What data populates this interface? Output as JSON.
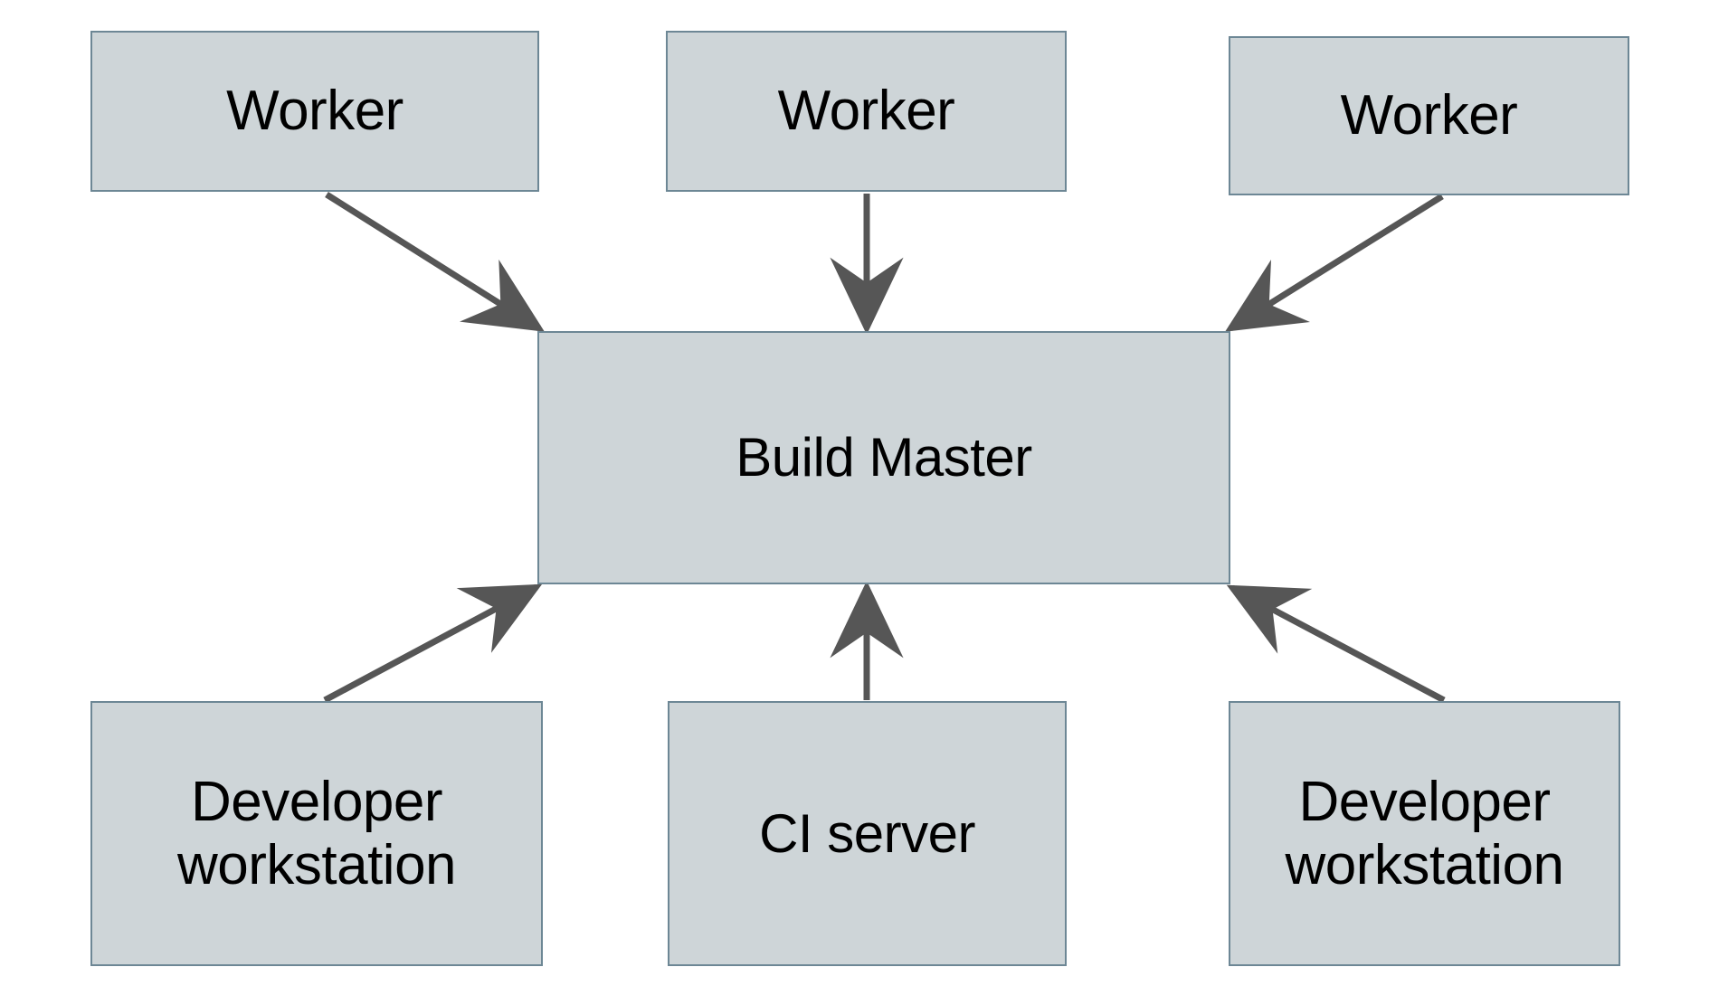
{
  "diagram": {
    "type": "architecture-block-diagram",
    "background_color": "#ffffff",
    "node_fill_color": "#ced5d8",
    "node_border_color": "#6d8795",
    "edge_color": "#565656",
    "label_color": "#000000",
    "nodes": [
      {
        "id": "worker-1",
        "label": "Worker"
      },
      {
        "id": "worker-2",
        "label": "Worker"
      },
      {
        "id": "worker-3",
        "label": "Worker"
      },
      {
        "id": "build-master",
        "label": "Build Master"
      },
      {
        "id": "dev-left",
        "label": "Developer\nworkstation"
      },
      {
        "id": "ci-server",
        "label": "CI server"
      },
      {
        "id": "dev-right",
        "label": "Developer\nworkstation"
      }
    ],
    "edges": [
      {
        "id": "edge-worker1-to-master",
        "from": "worker-1",
        "to": "build-master",
        "direction": "down-right"
      },
      {
        "id": "edge-worker2-to-master",
        "from": "worker-2",
        "to": "build-master",
        "direction": "down"
      },
      {
        "id": "edge-worker3-to-master",
        "from": "worker-3",
        "to": "build-master",
        "direction": "down-left"
      },
      {
        "id": "edge-devleft-to-master",
        "from": "dev-left",
        "to": "build-master",
        "direction": "up-right"
      },
      {
        "id": "edge-ciserver-to-master",
        "from": "ci-server",
        "to": "build-master",
        "direction": "up"
      },
      {
        "id": "edge-devright-to-master",
        "from": "dev-right",
        "to": "build-master",
        "direction": "up-left"
      }
    ]
  }
}
